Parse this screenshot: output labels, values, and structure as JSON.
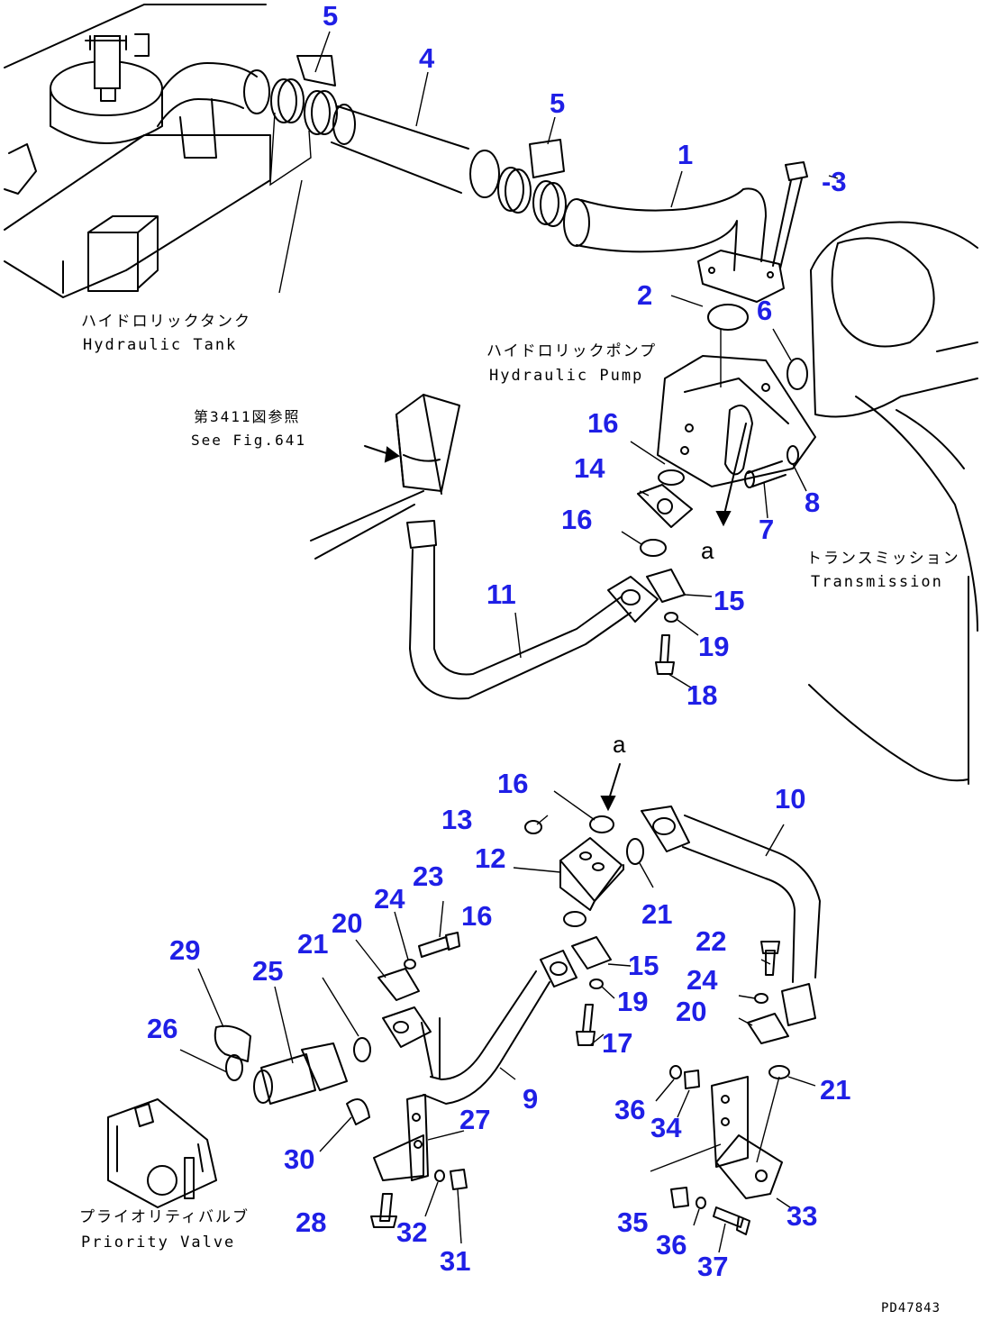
{
  "drawing_code": "PD47843",
  "captions": {
    "tank_jp": "ハイドロリックタンク",
    "tank_en": "Hydraulic Tank",
    "pump_jp": "ハイドロリックポンプ",
    "pump_en": "Hydraulic Pump",
    "ref_jp": "第3411図参照",
    "ref_en": "See Fig.641",
    "trans_jp": "トランスミッション",
    "trans_en": "Transmission",
    "valve_jp": "プライオリティバルブ",
    "valve_en": "Priority Valve"
  },
  "marks": {
    "a_top": "a",
    "a_bottom": "a"
  },
  "callouts": {
    "c1": "1",
    "c2": "2",
    "c3": "-3",
    "c4": "4",
    "c5a": "5",
    "c5b": "5",
    "c6": "6",
    "c7": "7",
    "c8": "8",
    "c9": "9",
    "c10": "10",
    "c11": "11",
    "c12": "12",
    "c13": "13",
    "c14": "14",
    "c15a": "15",
    "c15b": "15",
    "c16a": "16",
    "c16b": "16",
    "c16c": "16",
    "c16d": "16",
    "c17": "17",
    "c18": "18",
    "c19a": "19",
    "c19b": "19",
    "c20a": "20",
    "c20b": "20",
    "c21a": "21",
    "c21b": "21",
    "c21c": "21",
    "c22": "22",
    "c23": "23",
    "c24a": "24",
    "c24b": "24",
    "c25": "25",
    "c26": "26",
    "c27": "27",
    "c28": "28",
    "c29": "29",
    "c30": "30",
    "c31": "31",
    "c32": "32",
    "c33": "33",
    "c34": "34",
    "c35": "35",
    "c36a": "36",
    "c36b": "36",
    "c37": "37"
  }
}
